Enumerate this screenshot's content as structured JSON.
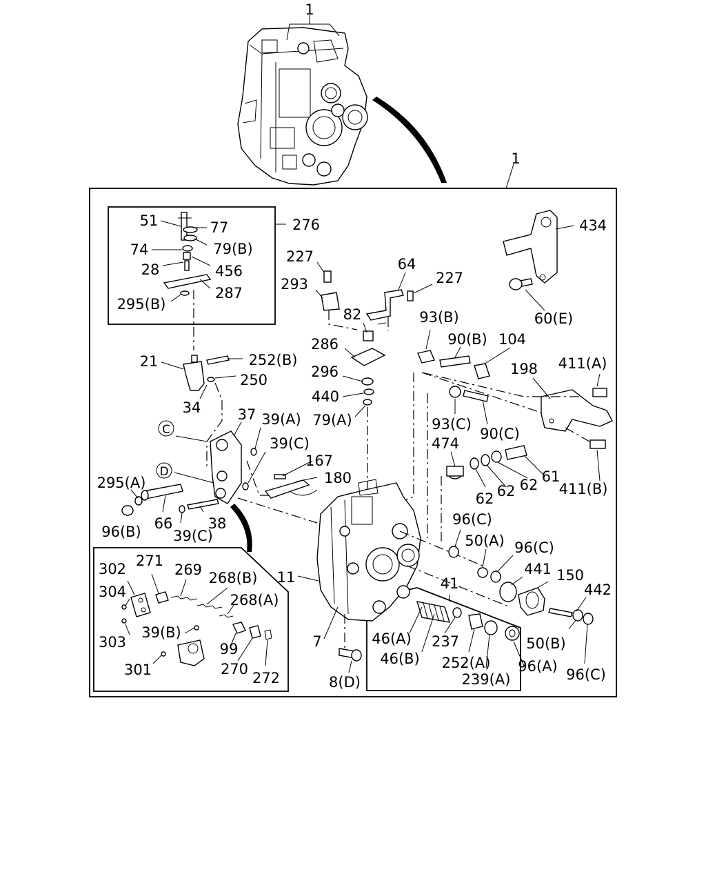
{
  "callouts": [
    {
      "id": "c-1-top",
      "text": "1"
    },
    {
      "id": "c-1-frame",
      "text": "1"
    },
    {
      "id": "c-51",
      "text": "51"
    },
    {
      "id": "c-77",
      "text": "77"
    },
    {
      "id": "c-79b",
      "text": "79(B)"
    },
    {
      "id": "c-74",
      "text": "74"
    },
    {
      "id": "c-28",
      "text": "28"
    },
    {
      "id": "c-456",
      "text": "456"
    },
    {
      "id": "c-287",
      "text": "287"
    },
    {
      "id": "c-295b",
      "text": "295(B)"
    },
    {
      "id": "c-276",
      "text": "276"
    },
    {
      "id": "c-227a",
      "text": "227"
    },
    {
      "id": "c-293",
      "text": "293"
    },
    {
      "id": "c-64",
      "text": "64"
    },
    {
      "id": "c-227b",
      "text": "227"
    },
    {
      "id": "c-82",
      "text": "82"
    },
    {
      "id": "c-93b",
      "text": "93(B)"
    },
    {
      "id": "c-434",
      "text": "434"
    },
    {
      "id": "c-60e",
      "text": "60(E)"
    },
    {
      "id": "c-286",
      "text": "286"
    },
    {
      "id": "c-296",
      "text": "296"
    },
    {
      "id": "c-440",
      "text": "440"
    },
    {
      "id": "c-79a",
      "text": "79(A)"
    },
    {
      "id": "c-90b",
      "text": "90(B)"
    },
    {
      "id": "c-104",
      "text": "104"
    },
    {
      "id": "c-198",
      "text": "198"
    },
    {
      "id": "c-411a",
      "text": "411(A)"
    },
    {
      "id": "c-21",
      "text": "21"
    },
    {
      "id": "c-252b",
      "text": "252(B)"
    },
    {
      "id": "c-250",
      "text": "250"
    },
    {
      "id": "c-34",
      "text": "34"
    },
    {
      "id": "c-93c",
      "text": "93(C)"
    },
    {
      "id": "c-90c",
      "text": "90(C)"
    },
    {
      "id": "c-37",
      "text": "37"
    },
    {
      "id": "c-39a",
      "text": "39(A)"
    },
    {
      "id": "c-39c-top",
      "text": "39(C)"
    },
    {
      "id": "c-474",
      "text": "474"
    },
    {
      "id": "c-61",
      "text": "61"
    },
    {
      "id": "c-411b",
      "text": "411(B)"
    },
    {
      "id": "c-167",
      "text": "167"
    },
    {
      "id": "c-180",
      "text": "180"
    },
    {
      "id": "c-62a",
      "text": "62"
    },
    {
      "id": "c-62b",
      "text": "62"
    },
    {
      "id": "c-62c",
      "text": "62"
    },
    {
      "id": "c-295a",
      "text": "295(A)"
    },
    {
      "id": "c-66",
      "text": "66"
    },
    {
      "id": "c-38",
      "text": "38"
    },
    {
      "id": "c-96b",
      "text": "96(B)"
    },
    {
      "id": "c-39c-bot",
      "text": "39(C)"
    },
    {
      "id": "c-96c-a",
      "text": "96(C)"
    },
    {
      "id": "c-50a",
      "text": "50(A)"
    },
    {
      "id": "c-96c-b",
      "text": "96(C)"
    },
    {
      "id": "c-441",
      "text": "441"
    },
    {
      "id": "c-150",
      "text": "150"
    },
    {
      "id": "c-442",
      "text": "442"
    },
    {
      "id": "c-302",
      "text": "302"
    },
    {
      "id": "c-271",
      "text": "271"
    },
    {
      "id": "c-269",
      "text": "269"
    },
    {
      "id": "c-268b",
      "text": "268(B)"
    },
    {
      "id": "c-304",
      "text": "304"
    },
    {
      "id": "c-268a",
      "text": "268(A)"
    },
    {
      "id": "c-303",
      "text": "303"
    },
    {
      "id": "c-39b",
      "text": "39(B)"
    },
    {
      "id": "c-99",
      "text": "99"
    },
    {
      "id": "c-301",
      "text": "301"
    },
    {
      "id": "c-270",
      "text": "270"
    },
    {
      "id": "c-272",
      "text": "272"
    },
    {
      "id": "c-11",
      "text": "11"
    },
    {
      "id": "c-41",
      "text": "41"
    },
    {
      "id": "c-7",
      "text": "7"
    },
    {
      "id": "c-46a",
      "text": "46(A)"
    },
    {
      "id": "c-46b",
      "text": "46(B)"
    },
    {
      "id": "c-237",
      "text": "237"
    },
    {
      "id": "c-252a",
      "text": "252(A)"
    },
    {
      "id": "c-239a",
      "text": "239(A)"
    },
    {
      "id": "c-50b",
      "text": "50(B)"
    },
    {
      "id": "c-96a",
      "text": "96(A)"
    },
    {
      "id": "c-96c-c",
      "text": "96(C)"
    },
    {
      "id": "c-8d",
      "text": "8(D)"
    }
  ],
  "markers": {
    "c": "C",
    "d": "D"
  }
}
